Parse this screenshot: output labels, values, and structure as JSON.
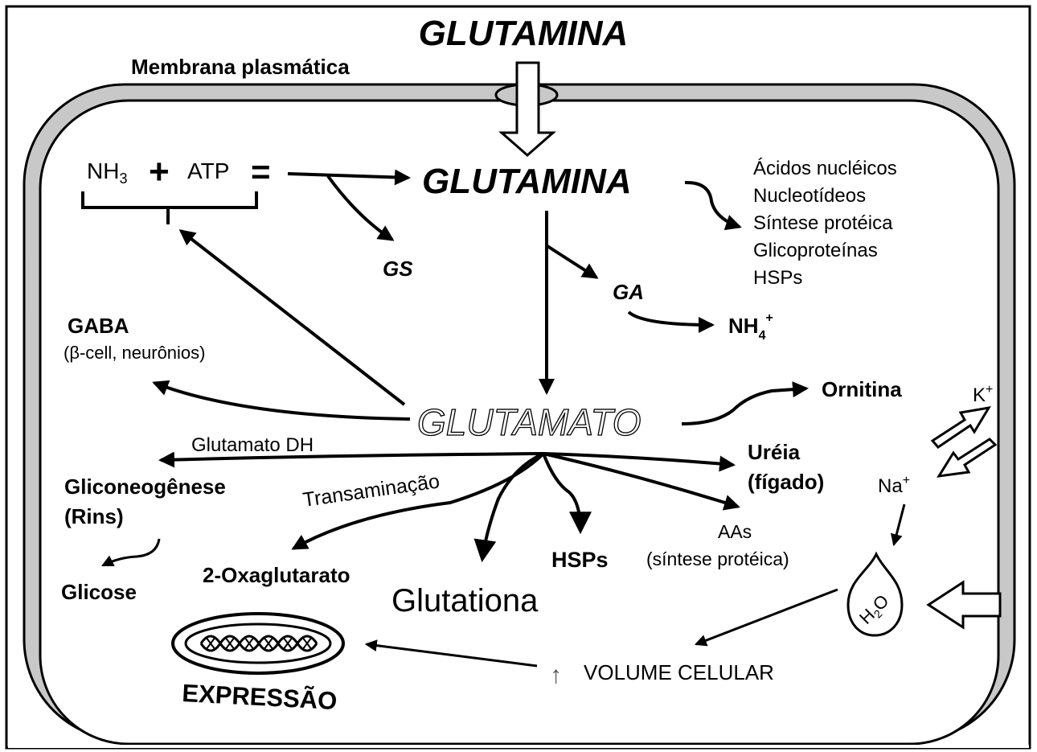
{
  "title": "GLUTAMINA",
  "membrane_label": "Membrana plasmática",
  "equation": {
    "reactant_nh3": "NH",
    "reactant_nh3_sub": "3",
    "plus": "+",
    "reactant_atp": "ATP",
    "equals": "=",
    "product": "GLUTAMINA"
  },
  "enzymes": {
    "gs": "GS",
    "ga": "GA",
    "glutamate_dh": "Glutamato DH",
    "transamination": "Transaminação"
  },
  "glutamine_products": [
    "Ácidos nucléicos",
    "Nucleotídeos",
    "Síntese protéica",
    "Glicoproteínas",
    "HSPs"
  ],
  "ammonium": {
    "base": "NH",
    "sub": "4",
    "sup": "+"
  },
  "center": "GLUTAMATO",
  "gaba": {
    "name": "GABA",
    "detail": "(β-cell, neurônios)"
  },
  "ornithine": "Ornitina",
  "urea": {
    "line1": "Uréia",
    "line2": "(fígado)"
  },
  "gluconeogenesis": {
    "line1": "Gliconeogênese",
    "line2": "(Rins)"
  },
  "glucose": "Glicose",
  "oxoglutarate": "2-Oxaglutarato",
  "glutathione": "Glutationa",
  "hsps": "HSPs",
  "amino_acids": {
    "line1": "AAs",
    "line2": "(síntese protéica)"
  },
  "ions": {
    "k": "K",
    "k_sup": "+",
    "na": "Na",
    "na_sup": "+"
  },
  "water": {
    "h": "H",
    "sub": "2",
    "o": "O"
  },
  "cell_volume": {
    "arrow": "↑",
    "label": "VOLUME CELULAR"
  },
  "expression": "EXPRESSÃO",
  "colors": {
    "membrane_fill": "#c8c8c8",
    "stroke": "#000000",
    "background": "#ffffff"
  }
}
